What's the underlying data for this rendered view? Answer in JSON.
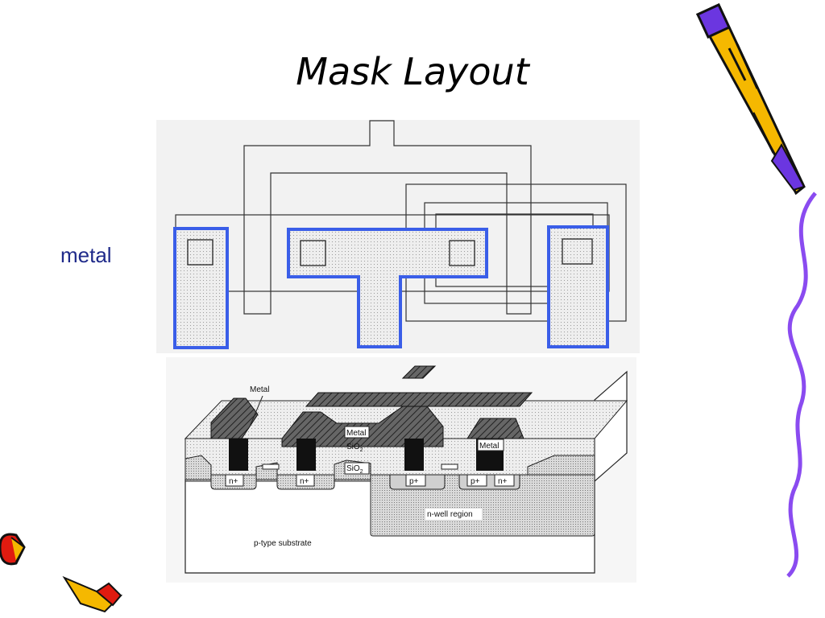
{
  "slide": {
    "title": "Mask Layout",
    "side_label": "metal"
  },
  "diagram": {
    "labels": {
      "metal_top": "Metal",
      "metal_center": "Metal",
      "sio2_upper": "SiO",
      "sio2_lower": "SiO",
      "sio2_sub": "2",
      "metal_right": "Metal",
      "nplus_left": "n+",
      "nplus_mid": "n+",
      "pplus_left": "p+",
      "pplus_right": "p+",
      "nplus_right": "n+",
      "nwell": "n-well region",
      "substrate": "p-type substrate"
    }
  },
  "colors": {
    "metal_highlight": "#3a5ee8",
    "squiggle": "#8a4bf0",
    "pencil_body": "#f5b800",
    "pencil_accent": "#6b36e0"
  }
}
